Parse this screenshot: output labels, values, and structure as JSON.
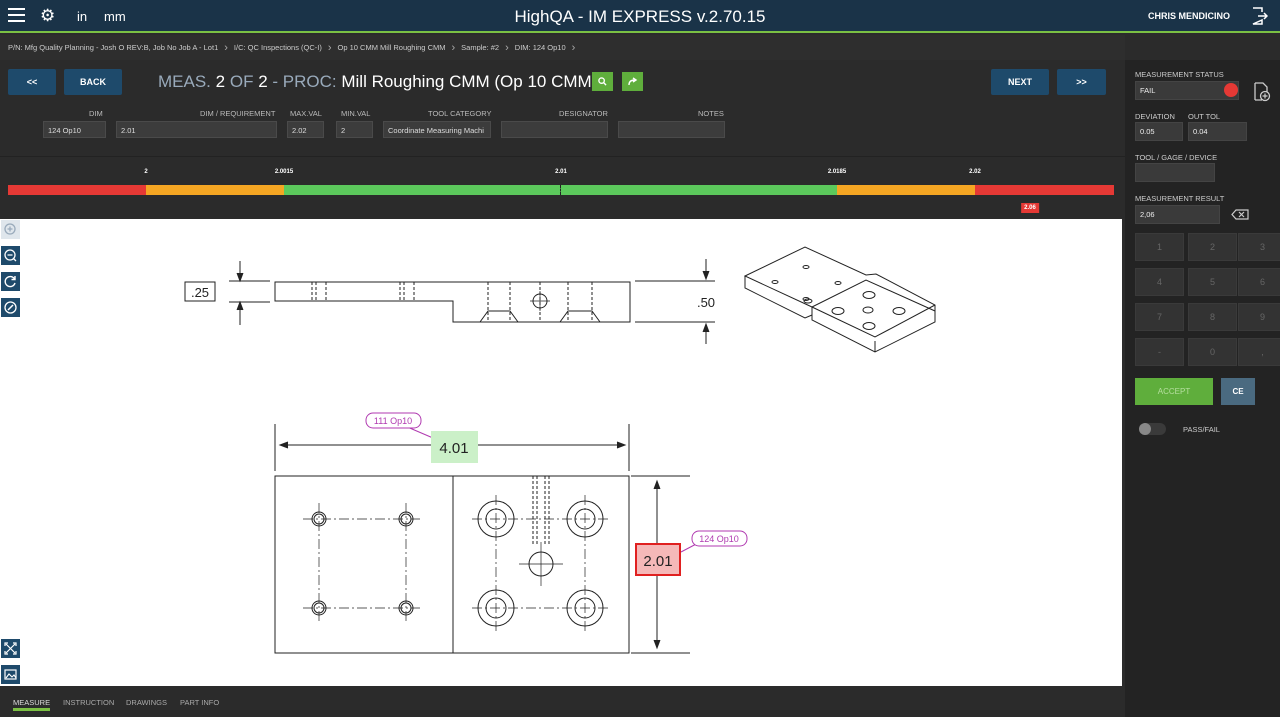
{
  "header": {
    "title": "HighQA - IM EXPRESS v.2.70.15",
    "unit_in": "in",
    "unit_mm": "mm",
    "user": "CHRIS MENDICINO"
  },
  "breadcrumbs": [
    "P/N: Mfg Quality Planning - Josh O REV:B, Job No Job A - Lot1",
    "I/C: QC Inspections (QC-I)",
    "Op 10 CMM Mill Roughing CMM",
    "Sample: #2",
    "DIM: 124 Op10"
  ],
  "nav": {
    "first": "<<",
    "back": "BACK",
    "next": "NEXT",
    "last": ">>"
  },
  "meas": {
    "prefix": "MEAS.",
    "num": "2",
    "of": "OF",
    "total": "2",
    "proc": "- PROC:",
    "name": "Mill Roughing CMM (Op 10 CMM)"
  },
  "fields": {
    "dim_label": "DIM",
    "dim": "124 Op10",
    "req_label": "DIM / REQUIREMENT",
    "req": "2.01",
    "max_label": "MAX.VAL",
    "max": "2.02",
    "min_label": "MIN.VAL",
    "min": "2",
    "tool_label": "TOOL CATEGORY",
    "tool": "Coordinate Measuring Machi",
    "designator_label": "DESIGNATOR",
    "designator": "",
    "notes_label": "NOTES",
    "notes": ""
  },
  "scale": {
    "ticks": [
      "2",
      "2.0015",
      "2.01",
      "2.0185",
      "2.02"
    ],
    "marker": "2.06",
    "colors": {
      "red": "#e53935",
      "orange": "#f5a623",
      "green": "#5cc95c"
    }
  },
  "drawing": {
    "dim_25": ".25",
    "dim_50": ".50",
    "dim_401": "4.01",
    "dim_201": "2.01",
    "balloon_111": "111 Op10",
    "balloon_124": "124 Op10"
  },
  "bottom_tabs": [
    "MEASURE",
    "INSTRUCTION",
    "DRAWINGS",
    "PART INFO"
  ],
  "right": {
    "status_label": "MEASUREMENT STATUS",
    "status": "FAIL",
    "deviation_label": "DEVIATION",
    "deviation": "0.05",
    "outtol_label": "OUT TOL",
    "outtol": "0.04",
    "tool_label": "TOOL / GAGE / DEVICE",
    "tool": "",
    "result_label": "MEASUREMENT RESULT",
    "result": "2,06",
    "keys": [
      "1",
      "2",
      "3",
      "4",
      "5",
      "6",
      "7",
      "8",
      "9",
      "-",
      "0",
      ","
    ],
    "accept": "ACCEPT",
    "ce": "CE",
    "passfail": "PASS/FAIL"
  }
}
